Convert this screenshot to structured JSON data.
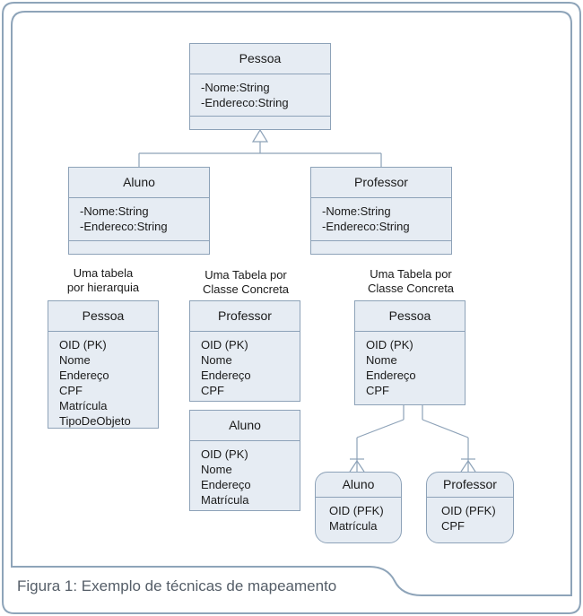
{
  "uml": {
    "pessoa": {
      "name": "Pessoa",
      "attrs": [
        "-Nome:String",
        "-Endereco:String"
      ]
    },
    "aluno": {
      "name": "Aluno",
      "attrs": [
        "-Nome:String",
        "-Endereco:String"
      ]
    },
    "professor": {
      "name": "Professor",
      "attrs": [
        "-Nome:String",
        "-Endereco:String"
      ]
    }
  },
  "labels": {
    "hierarquia": [
      "Uma tabela",
      "por hierarquia"
    ],
    "concreta1": [
      "Uma Tabela por",
      "Classe Concreta"
    ],
    "concreta2": [
      "Uma Tabela por",
      "Classe Concreta"
    ]
  },
  "tables": {
    "hier_pessoa": {
      "name": "Pessoa",
      "cols": [
        "OID (PK)",
        "Nome",
        "Endereço",
        "CPF",
        "Matrícula",
        "TipoDeObjeto"
      ]
    },
    "conc_professor": {
      "name": "Professor",
      "cols": [
        "OID (PK)",
        "Nome",
        "Endereço",
        "CPF"
      ]
    },
    "conc_aluno": {
      "name": "Aluno",
      "cols": [
        "OID (PK)",
        "Nome",
        "Endereço",
        "Matrícula"
      ]
    },
    "cls_pessoa": {
      "name": "Pessoa",
      "cols": [
        "OID (PK)",
        "Nome",
        "Endereço",
        "CPF"
      ]
    },
    "cls_aluno": {
      "name": "Aluno",
      "cols": [
        "OID (PFK)",
        "Matrícula"
      ]
    },
    "cls_professor": {
      "name": "Professor",
      "cols": [
        "OID (PFK)",
        "CPF"
      ]
    }
  },
  "caption": "Figura 1: Exemplo de técnicas de mapeamento",
  "colors": {
    "box_fill": "#e6ecf3",
    "box_border": "#8da2b8",
    "frame": "#8ea4b9"
  }
}
